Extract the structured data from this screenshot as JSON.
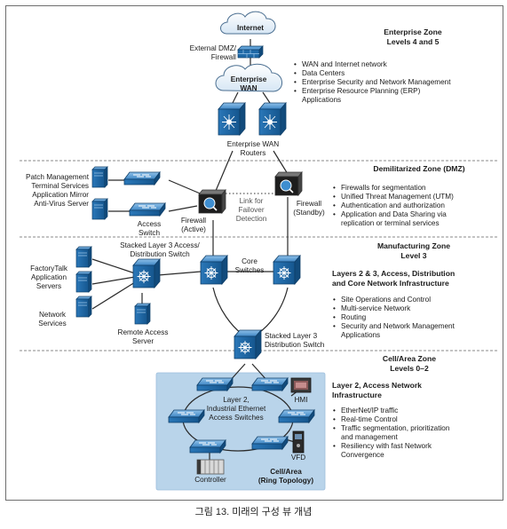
{
  "diagram": {
    "zones": {
      "enterprise": {
        "title": "Enterprise Zone",
        "subtitle": "Levels 4 and 5",
        "bullets": [
          "WAN and Internet network",
          "Data Centers",
          "Enterprise Security and Network Management",
          "Enterprise Resource Planning (ERP)",
          "Applications"
        ]
      },
      "dmz": {
        "title": "Demilitarized Zone (DMZ)",
        "bullets": [
          "Firewalls for segmentation",
          "Unified Threat Management (UTM)",
          "Authentication and authorization",
          "Application and Data Sharing via",
          "replication or terminal services"
        ]
      },
      "manufacturing": {
        "title": "Manufacturing Zone",
        "subtitle": "Level 3",
        "heading_line1": "Layers 2 & 3, Access, Distribution",
        "heading_line2": "and Core Network Infrastructure",
        "bullets": [
          "Site Operations and Control",
          "Multi-service Network",
          "Routing",
          "Security and Network Management",
          "Applications"
        ]
      },
      "cell": {
        "title": "Cell/Area Zone",
        "subtitle": "Levels 0–2",
        "heading_line1": "Layer 2, Access Network",
        "heading_line2": "Infrastructure",
        "bullets": [
          "EtherNet/IP traffic",
          "Real-time Control",
          "Traffic segmentation, prioritization",
          "and management",
          "Resiliency with fast Network",
          "Convergence"
        ]
      }
    },
    "labels": {
      "internet": "Internet",
      "dmz_fw_line1": "External DMZ/",
      "dmz_fw_line2": "Firewall",
      "wan_line1": "Enterprise",
      "wan_line2": "WAN",
      "wan_routers_line1": "Enterprise WAN",
      "wan_routers_line2": "Routers",
      "patch_line1": "Patch Management",
      "patch_line2": "Terminal Services",
      "patch_line3": "Application Mirror",
      "patch_line4": "Anti-Virus Server",
      "access_switch_line1": "Access",
      "access_switch_line2": "Switch",
      "fw_active_line1": "Firewall",
      "fw_active_line2": "(Active)",
      "failover_line1": "Link for",
      "failover_line2": "Failover",
      "failover_line3": "Detection",
      "fw_standby_line1": "Firewall",
      "fw_standby_line2": "(Standby)",
      "stacked_access_line1": "Stacked Layer 3 Access/",
      "stacked_access_line2": "Distribution Switch",
      "core_line1": "Core",
      "core_line2": "Switches",
      "factorytalk_line1": "FactoryTalk",
      "factorytalk_line2": "Application",
      "factorytalk_line3": "Servers",
      "netsvc_line1": "Network",
      "netsvc_line2": "Services",
      "remote_line1": "Remote Access",
      "remote_line2": "Server",
      "stacked_dist_line1": "Stacked Layer 3",
      "stacked_dist_line2": "Distribution Switch",
      "l2_line1": "Layer 2,",
      "l2_line2": "Industrial Ethernet",
      "l2_line3": "Access Switches",
      "hmi": "HMI",
      "vfd": "VFD",
      "controller": "Controller",
      "cell_area_line1": "Cell/Area",
      "cell_area_line2": "(Ring Topology)"
    },
    "colors": {
      "device_blue": "#1f6aa8",
      "device_light": "#5fa0d6",
      "cell_bg": "#b9d4ea",
      "link": "#2a2a2a",
      "divider": "#8a8a8a"
    }
  },
  "caption": "그림 13. 미래의 구성 뷰 개념"
}
